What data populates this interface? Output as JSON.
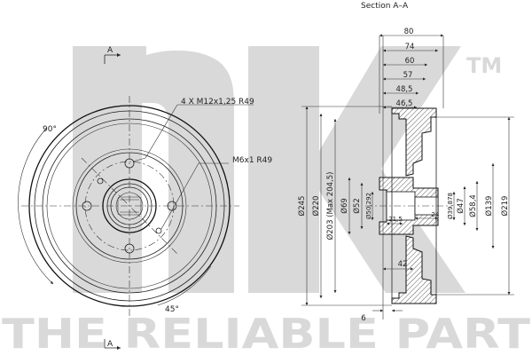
{
  "section_title": "Section  A–A",
  "section_marks": {
    "top": "A",
    "bottom": "A"
  },
  "angles": {
    "top": "90°",
    "bottom": "45°"
  },
  "callouts": {
    "wheel_holes": "4 X M12x1,25   R49",
    "screw_holes": "M6x1   R49"
  },
  "dimensions_horizontal": [
    "80",
    "74",
    "60",
    "57",
    "48,5",
    "46,5",
    "42",
    "21,5",
    "24",
    "6"
  ],
  "dimensions_vertical": [
    "Ø245",
    "Ø220",
    "Ø203 (Max 204,5)",
    "Ø69",
    "Ø52",
    "Ø50,292",
    "Ø39,878",
    "Ø47",
    "Ø58,4",
    "Ø139",
    "Ø219"
  ],
  "watermark": {
    "brand": "nk",
    "trademark": "TM",
    "slogan": "THE RELIABLE PART"
  }
}
